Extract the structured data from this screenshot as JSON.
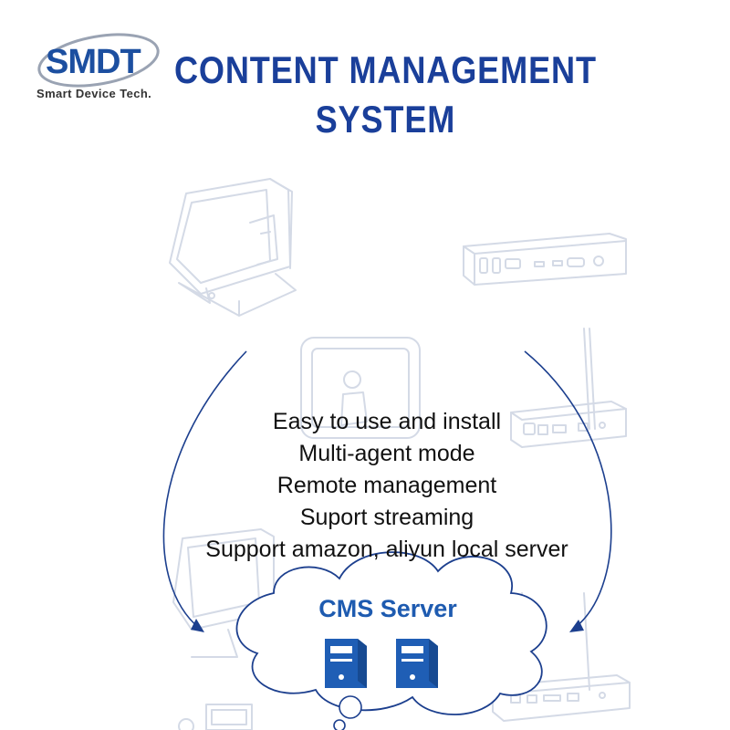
{
  "brand": {
    "logo_text": "SMDT",
    "tagline": "Smart Device Tech."
  },
  "header": {
    "title_line1": "CONTENT  MANAGEMENT",
    "title_line2": "SYSTEM"
  },
  "features": [
    "Easy to use and install",
    "Multi-agent mode",
    "Remote management",
    "Suport streaming",
    "Support amazon, aliyun local server"
  ],
  "server": {
    "label": "CMS Server"
  },
  "illustrations": [
    "pos-terminal-icon",
    "set-top-box-icon",
    "tablet-kiosk-icon",
    "router-icon",
    "server-icon"
  ],
  "colors": {
    "title": "#1a3f9a",
    "accent": "#1e5bb0",
    "line_art": "#d4dae6"
  }
}
